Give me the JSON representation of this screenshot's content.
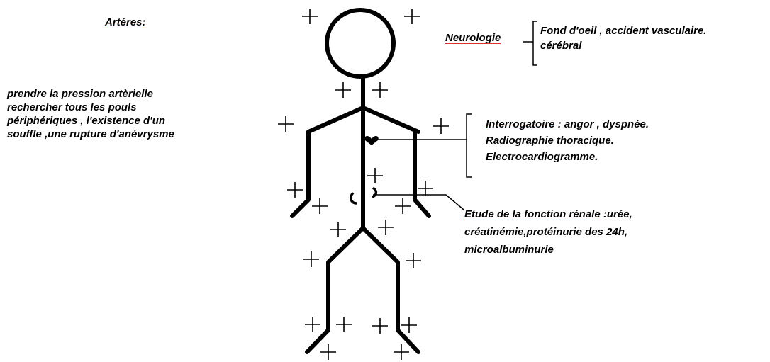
{
  "arteres": {
    "title": "Artéres:",
    "lines": [
      "prendre la pression artèrielle",
      "rechercher tous les  pouls",
      "périphériques , l'existence d'un",
      "souffle ,une rupture d'anévrysme"
    ]
  },
  "neurologie": {
    "label": "Neurologie",
    "lines": [
      "Fond d'oeil , accident vasculaire.",
      "cérébral"
    ]
  },
  "coeur": {
    "label": "Interrogatoire",
    "line1_rest": " : angor , dyspnée.",
    "lines": [
      "Radiographie thoracique.",
      "Electrocardiogramme."
    ]
  },
  "rein": {
    "label": "Etude de la fonction rénale",
    "line1_rest": " :urée,",
    "lines": [
      "créatinémie,protéinurie des 24h,",
      "microalbuminurie"
    ]
  },
  "colors": {
    "figure": "#000000",
    "underline": "#e03030",
    "background": "#ffffff"
  }
}
